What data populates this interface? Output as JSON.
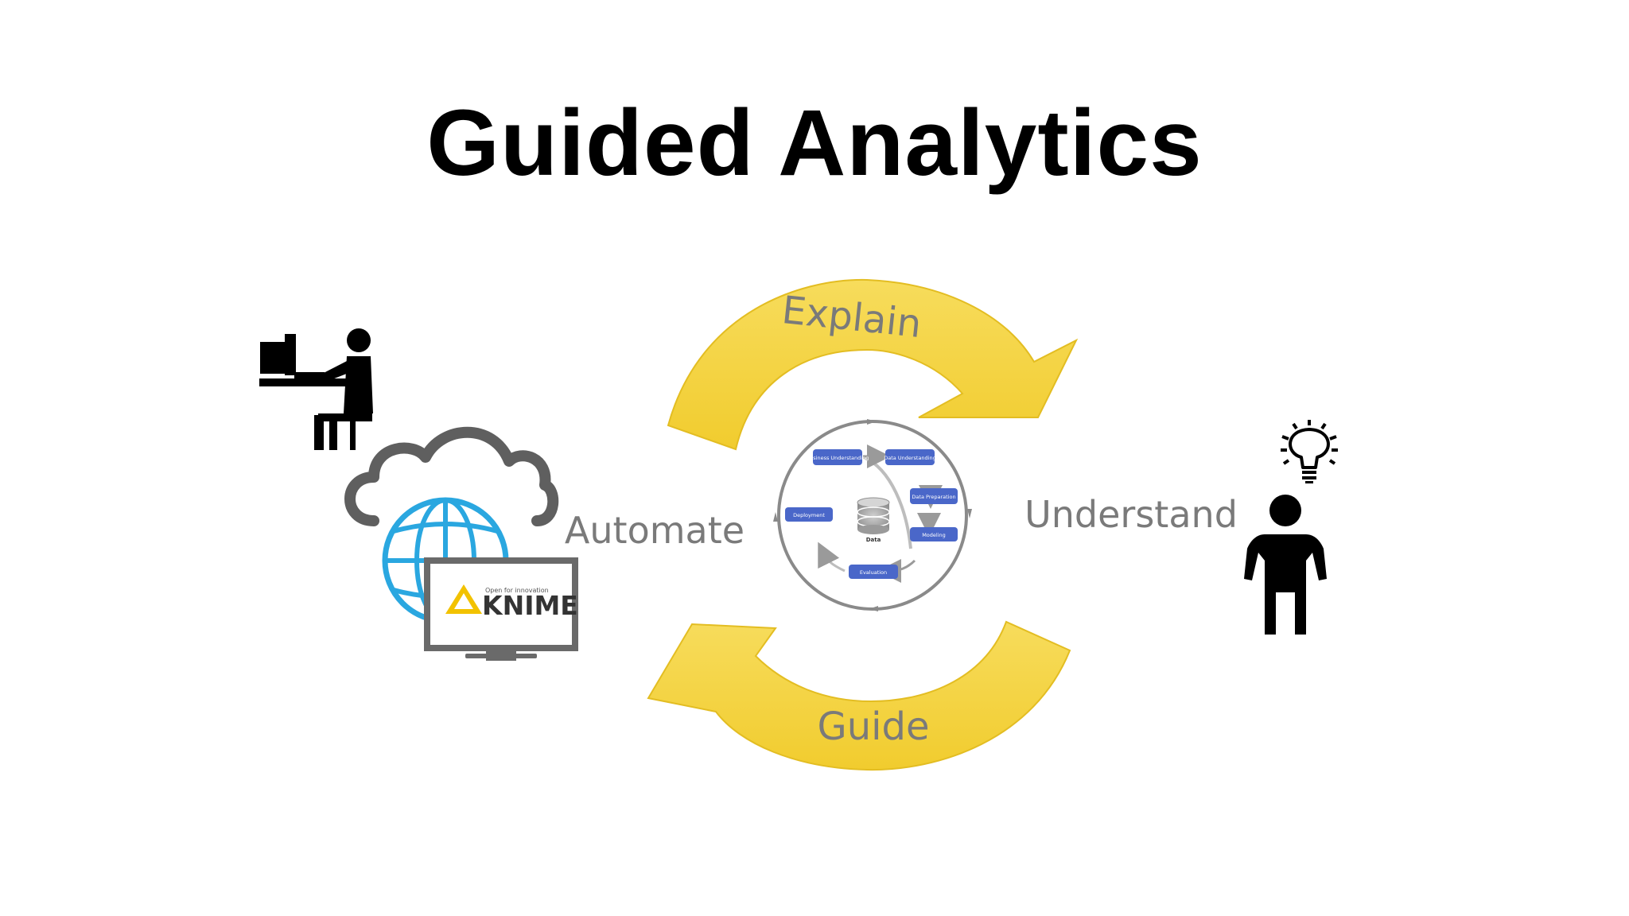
{
  "title": "Guided Analytics",
  "labels": {
    "explain": "Explain",
    "guide": "Guide",
    "automate": "Automate",
    "understand": "Understand"
  },
  "crisp_cycle": {
    "center": "Data",
    "stages": [
      "Business Understanding",
      "Data Understanding",
      "Data Preparation",
      "Modeling",
      "Evaluation",
      "Deployment"
    ]
  },
  "knime": {
    "tagline": "Open for innovation",
    "name": "KNIME"
  },
  "icons": {
    "analyst": "person-at-computer-icon",
    "cloud": "cloud-icon",
    "globe": "globe-icon",
    "monitor": "monitor-icon",
    "user": "person-icon",
    "idea": "lightbulb-icon"
  },
  "colors": {
    "arrow": "#f6d64a",
    "stage_box": "#4a67c9",
    "label": "#7a7a7a",
    "globe": "#2aa7e0",
    "knime_logo": "#f2c200"
  }
}
